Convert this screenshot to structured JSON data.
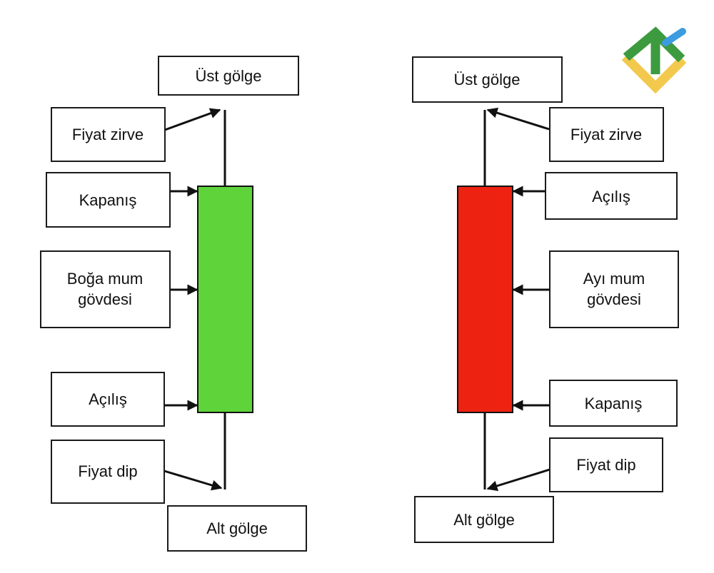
{
  "colors": {
    "bull": "#5ed43a",
    "bear": "#ee2211",
    "logo_green": "#3c9a3f",
    "logo_yellow": "#f2c94c",
    "logo_blue": "#3d9be0"
  },
  "logo": {
    "name": "broker-logo"
  },
  "bullish": {
    "upper_shadow": "Üst gölge",
    "high": "Fiyat zirve",
    "close": "Kapanış",
    "body_line1": "Boğa mum",
    "body_line2": "gövdesi",
    "open": "Açılış",
    "low": "Fiyat dip",
    "lower_shadow": "Alt gölge"
  },
  "bearish": {
    "upper_shadow": "Üst gölge",
    "high": "Fiyat zirve",
    "open": "Açılış",
    "body_line1": "Ayı mum",
    "body_line2": "gövdesi",
    "close": "Kapanış",
    "low": "Fiyat dip",
    "lower_shadow": "Alt gölge"
  }
}
